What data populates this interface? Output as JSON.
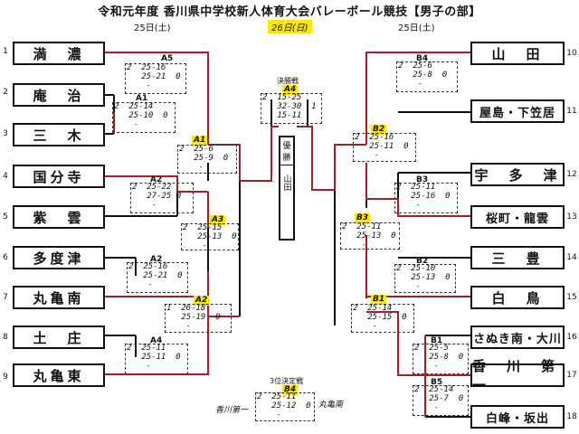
{
  "title": "令和元年度 香川県中学校新人体育大会バレーボール競技【男子の部】",
  "dates": {
    "left": "25日(土)",
    "center": "26日(日)",
    "right": "25日(土)"
  },
  "left_teams": [
    {
      "num": "1",
      "name": "満　濃"
    },
    {
      "num": "2",
      "name": "庵　治"
    },
    {
      "num": "3",
      "name": "三　木"
    },
    {
      "num": "4",
      "name": "国分寺"
    },
    {
      "num": "5",
      "name": "紫　雲"
    },
    {
      "num": "6",
      "name": "多度津"
    },
    {
      "num": "7",
      "name": "丸亀南"
    },
    {
      "num": "8",
      "name": "土　庄"
    },
    {
      "num": "9",
      "name": "丸亀東"
    }
  ],
  "right_teams": [
    {
      "num": "10",
      "name": "山　田"
    },
    {
      "num": "11",
      "name": "屋島・下笠居"
    },
    {
      "num": "12",
      "name": "宇　多　津"
    },
    {
      "num": "13",
      "name": "桜町・龍雲"
    },
    {
      "num": "14",
      "name": "三　豊"
    },
    {
      "num": "15",
      "name": "白　鳥"
    },
    {
      "num": "16",
      "name": "さぬき南・大川"
    },
    {
      "num": "17",
      "name": "香　川　第　一"
    },
    {
      "num": "18",
      "name": "白峰・坂出"
    }
  ],
  "codes": {
    "A5": "A5",
    "A1": "A1",
    "A1b": "A1",
    "A2": "A2",
    "A3": "A3",
    "A3b": "A2",
    "A4": "A4",
    "B4": "B4",
    "B2": "B2",
    "B3": "B3",
    "B3b": "B3",
    "B2b": "B2",
    "B1": "B1",
    "B1b": "B1",
    "B5": "B5",
    "final": "A4",
    "third": "B4"
  },
  "labels": {
    "final": "決勝戦",
    "champion": "優勝",
    "champion_team": "山田",
    "third": "3位決定戦",
    "third_left": "香川第一",
    "third_right": "丸亀南"
  },
  "scores": {
    "A5": "2  25-16\n   25-21  0\n    -",
    "A1": "2  25-14\n   25-10  0\n    -",
    "A1b": "2  25-6\n   25-9  0\n    -",
    "A2": "2  25-22\n   27-25 0\n    -",
    "A3": "2  25-15\n   25-13  0\n    -",
    "A3b": "2  25-16\n   25-21  0\n    -",
    "A2b": "1  26-18\n   25-19  0\n    -",
    "A4": "2  25-11\n   25-11  0\n    -",
    "final": "2  15-25\n   32-30  1\n   15-11",
    "B4": "2  25-6\n   25-8  0\n    -",
    "B2": "2  25-16\n   25-11  0\n    -",
    "B3": "2  25-11\n   25-16  0\n    -",
    "B3b": "2  25-11\n   25-13  0\n    -",
    "B2b": "2  25-10\n   25-13  0\n    -",
    "B1": "2  25-14\n   25-15  0\n    -",
    "B1b": "2  25-5\n   25-8  0\n    -",
    "B5": "2  25-14\n   25-7  0\n    -",
    "third": "2  25-11\n   25-12  0\n    -"
  },
  "colors": {
    "winner_line": "#a81e28",
    "line": "#111111",
    "highlight": "#ffe800"
  }
}
